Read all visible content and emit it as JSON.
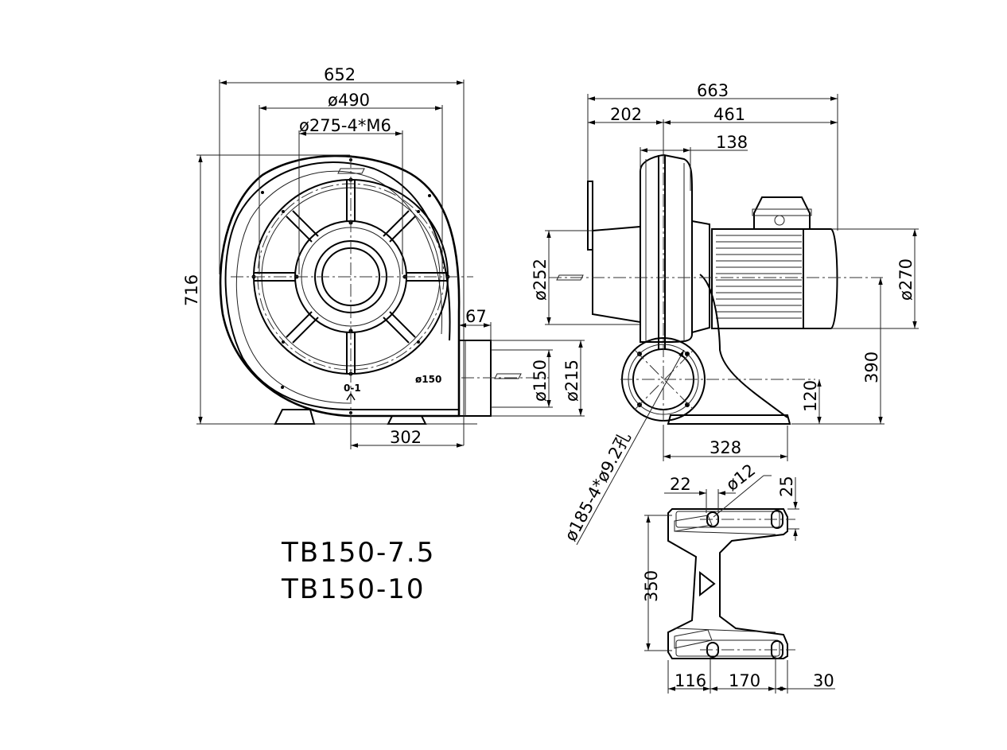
{
  "models": [
    "TB150-7.5",
    "TB150-10"
  ],
  "front_view": {
    "width": "652",
    "impeller_diameter": "ø490",
    "flange_bolt_circle": "ø275-4*M6",
    "height": "716",
    "outlet_offset": "302",
    "outlet_length": "67",
    "outlet_inner_diameter": "ø150",
    "outlet_outer_diameter": "ø215",
    "outlet_label": "ø150",
    "rotation_mark": "0-1"
  },
  "side_view": {
    "overall_length": "663",
    "inlet_length": "202",
    "motor_length": "461",
    "housing_width": "138",
    "inlet_diameter": "ø252",
    "motor_diameter": "ø270",
    "axis_height": "390",
    "outlet_center_height": "120",
    "base_length": "328",
    "outlet_flange": "ø185-4*ø9.2孔"
  },
  "base_view": {
    "slot_width": "22",
    "hole_diameter": "ø12",
    "slot_offset": "25",
    "base_depth": "350",
    "left_offset": "116",
    "hole_spacing": "170",
    "right_offset": "30"
  }
}
